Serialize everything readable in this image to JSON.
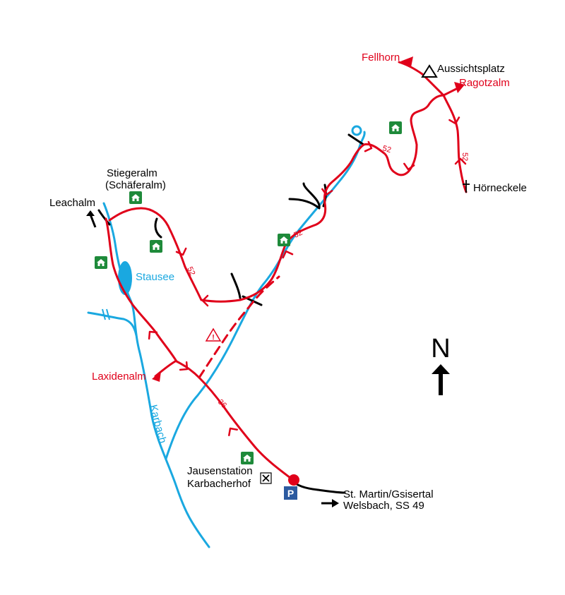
{
  "labels": {
    "fellhorn": "Fellhorn",
    "aussichtsplatz": "Aussichtsplatz",
    "ragotzalm": "Ragotzalm",
    "hoerneckele": "Hörneckele",
    "stiegeralm_1": "Stiegeralm",
    "stiegeralm_2": "(Schäferalm)",
    "leachalm": "Leachalm",
    "stausee": "Stausee",
    "laxidenalm": "Laxidenalm",
    "karbach": "Karbach",
    "jausenstation_1": "Jausenstation",
    "jausenstation_2": "Karbacherhof",
    "st_martin": "St. Martin/Gsisertal",
    "welsbach": "Welsbach, SS 49",
    "north": "N",
    "parking": "P"
  },
  "route_numbers": {
    "r52a": "52",
    "r52b": "52",
    "r52c": "52",
    "r52d": "52",
    "r36": "36"
  },
  "colors": {
    "route": "#e0001a",
    "water": "#1aa8e0",
    "road": "#000000",
    "hut": "#1e8a3a",
    "parking": "#2c5aa0",
    "warning": "#e0001a"
  },
  "icons": {
    "hut": "hut-icon",
    "summit": "triangle-summit-icon",
    "cross": "summit-cross-icon",
    "restaurant": "restaurant-icon",
    "parking": "parking-icon",
    "warning": "warning-icon",
    "start": "start-point-icon",
    "north_arrow": "north-arrow-icon"
  }
}
